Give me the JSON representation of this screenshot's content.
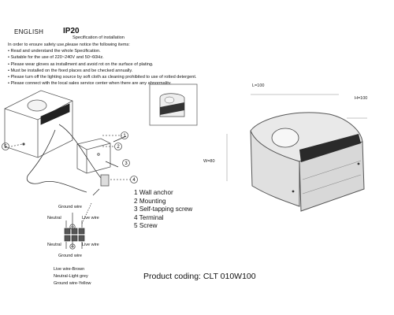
{
  "header": {
    "language": "ENGLISH",
    "ip_rating": "IP20"
  },
  "spec": {
    "title": "Specification of installation",
    "lines": [
      "In order to ensure safety use,please notice the following items:",
      "• Read and understand the whole Specification.",
      "• Suitable for the use of 220~240V and 50~60Hz.",
      "• Please wear gloves as installment and avoid rot on the surface of plating.",
      "• Must be installed on the fixed places and be checked annually.",
      "• Please turn off the lighting source by soft cloth as cleaning prohibited to use of rotted detergent.",
      "• Please connect with the local sales service center when there are any abnormality."
    ]
  },
  "parts": [
    "1  Wall anchor",
    "2  Mounting",
    "3  Self-tapping screw",
    "4  Terminal",
    "5  Screw"
  ],
  "callouts": [
    "1",
    "2",
    "3",
    "4",
    "5"
  ],
  "dimensions": {
    "length": "L=100",
    "height": "H=100",
    "width": "W=80"
  },
  "wiring": {
    "ground_top": "Ground wire",
    "neutral_top": "Neutral",
    "live_top": "Live wire",
    "neutral_bottom": "Neutral",
    "live_bottom": "Live wire",
    "ground_bottom": "Ground wire"
  },
  "wire_legend": [
    "Live wire-Brown",
    "Neutral-Light grey",
    "Ground wire-Yellow"
  ],
  "product_coding": "Product coding: CLT 010W100"
}
